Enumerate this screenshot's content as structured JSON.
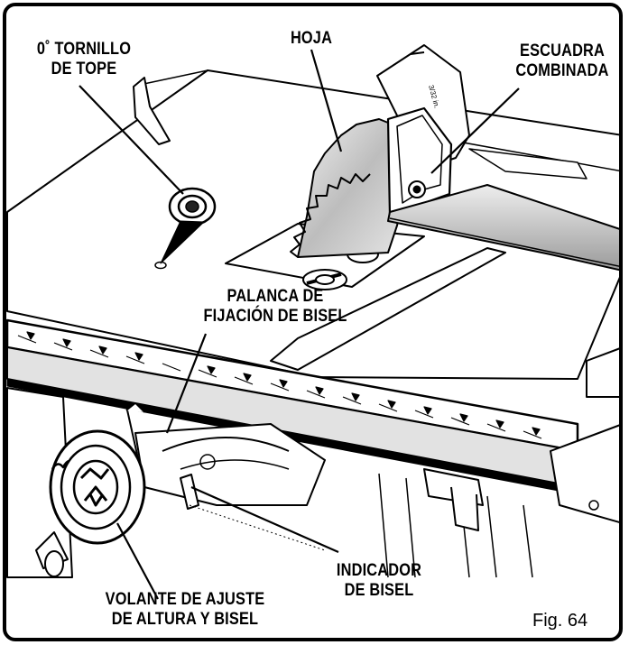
{
  "labels": {
    "stop_screw": [
      "0˚ TORNILLO",
      "DE TOPE"
    ],
    "blade": "HOJA",
    "square": [
      "ESCUADRA",
      "COMBINADA"
    ],
    "bevel_lever": [
      "PALANCA DE",
      "FIJACIÓN DE BISEL"
    ],
    "bevel_indicator": [
      "INDICADOR",
      "DE BISEL"
    ],
    "handwheel": [
      "VOLANTE DE AJUSTE",
      "DE ALTURA Y BISEL"
    ]
  },
  "figure": "Fig. 64",
  "colors": {
    "ink": "#000000",
    "metal": "#d9d9d9",
    "paper": "#ffffff"
  }
}
